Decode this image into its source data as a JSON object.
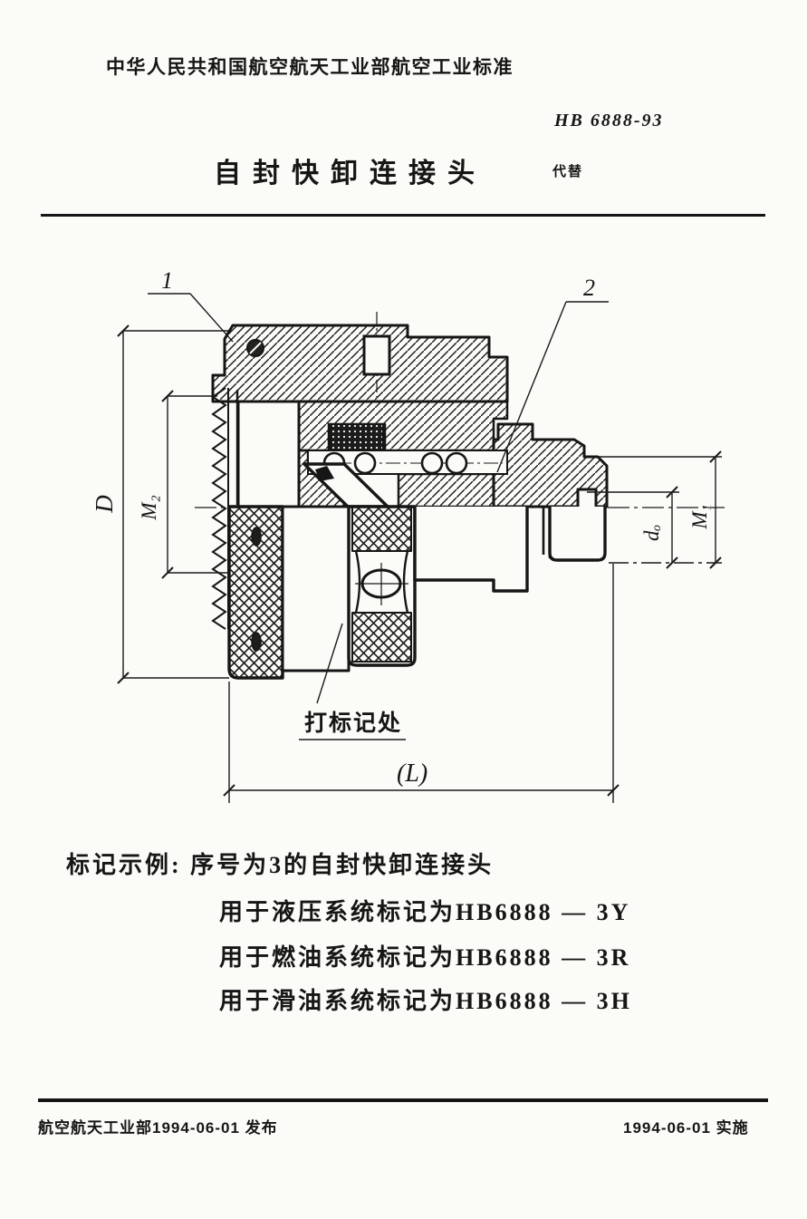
{
  "page": {
    "ink": "#161616",
    "paper": "#fbfbf8"
  },
  "header": {
    "org_standard_line": "中华人民共和国航空航天工业部航空工业标准",
    "standard_number": "HB 6888-93",
    "title": "自封快卸连接头",
    "replaces_label": "代替"
  },
  "drawing": {
    "callout_1": "1",
    "callout_2": "2",
    "dim_outer_diameter": "D",
    "dim_thread_m2": "M₂",
    "dim_thread_m1": "M₁",
    "dim_bore": "dₒ",
    "dim_length": "(L)",
    "marking_spot_label": "打标记处"
  },
  "marking_example": {
    "line_1": "标记示例: 序号为3的自封快卸连接头",
    "line_2": "用于液压系统标记为HB6888 — 3Y",
    "line_3": "用于燃油系统标记为HB6888 — 3R",
    "line_4": "用于滑油系统标记为HB6888 — 3H"
  },
  "footer": {
    "issue_line": "航空航天工业部1994-06-01 发布",
    "implement_line": "1994-06-01 实施"
  }
}
